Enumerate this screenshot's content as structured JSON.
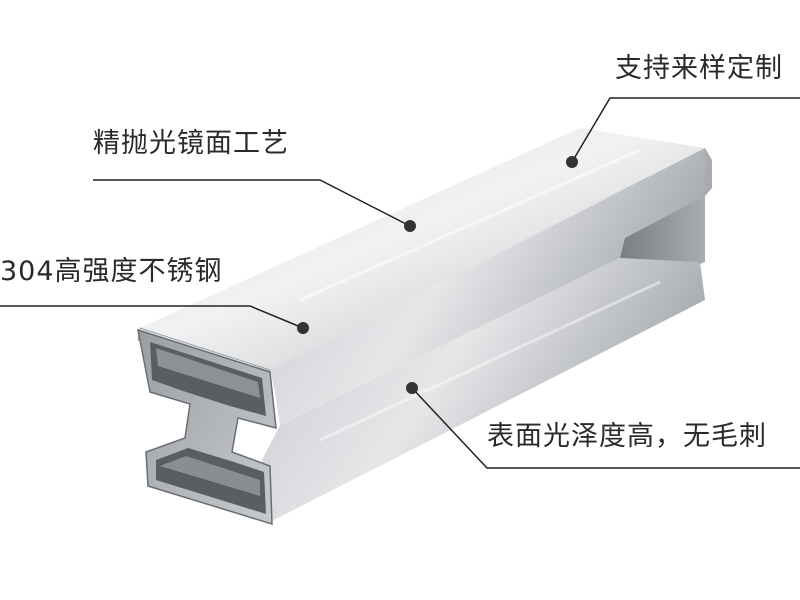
{
  "labels": {
    "custom_made": "支持来样定制",
    "mirror_polish": "精抛光镜面工艺",
    "steel_grade": "304高强度不锈钢",
    "surface": "表面光泽度高，无毛刺"
  },
  "colors": {
    "background": "#ffffff",
    "text": "#2a2a2a",
    "leader_line": "#222222",
    "steel_light": "#e9eaec",
    "steel_mid": "#b9bcc0",
    "steel_dark": "#7d8186"
  },
  "icons": {
    "product": "stainless-steel-slotted-tube-image"
  }
}
